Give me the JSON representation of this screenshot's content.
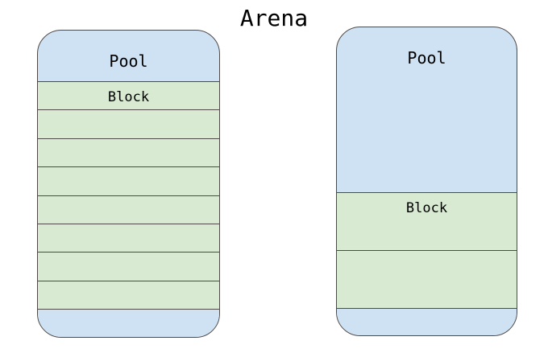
{
  "title": "Arena",
  "pools": [
    {
      "label": "Pool",
      "blocks": [
        {
          "label": "Block"
        },
        {
          "label": ""
        },
        {
          "label": ""
        },
        {
          "label": ""
        },
        {
          "label": ""
        },
        {
          "label": ""
        },
        {
          "label": ""
        },
        {
          "label": ""
        }
      ]
    },
    {
      "label": "Pool",
      "blocks": [
        {
          "label": "Block"
        },
        {
          "label": ""
        }
      ]
    }
  ],
  "colors": {
    "pool_fill": "#cfe2f3",
    "block_fill": "#d9ead3",
    "outline": "#4f4a48",
    "text": "#000000"
  }
}
